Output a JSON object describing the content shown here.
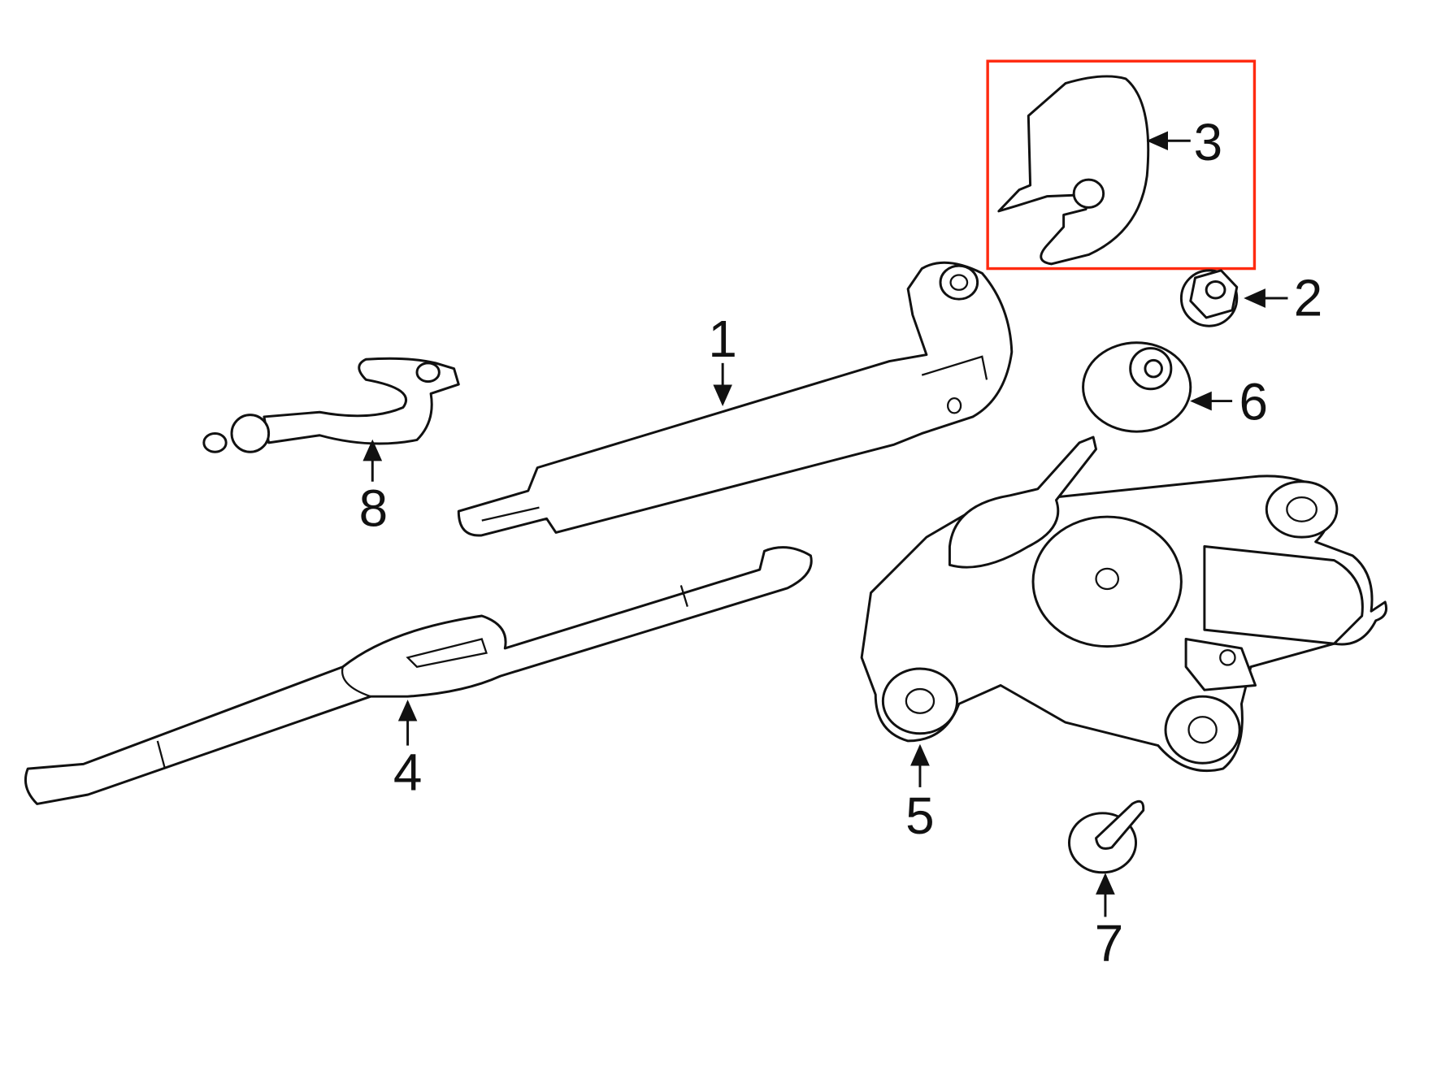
{
  "diagram": {
    "callouts": [
      {
        "id": "1",
        "label": "1"
      },
      {
        "id": "2",
        "label": "2"
      },
      {
        "id": "3",
        "label": "3"
      },
      {
        "id": "4",
        "label": "4"
      },
      {
        "id": "5",
        "label": "5"
      },
      {
        "id": "6",
        "label": "6"
      },
      {
        "id": "7",
        "label": "7"
      },
      {
        "id": "8",
        "label": "8"
      }
    ],
    "highlight": {
      "callout": "3",
      "color": "#ff2a10"
    }
  }
}
